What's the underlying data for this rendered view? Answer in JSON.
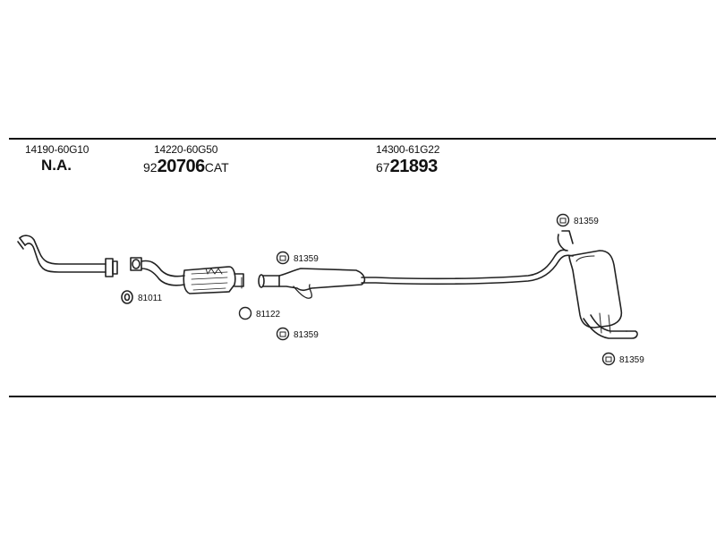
{
  "header": {
    "parts": [
      {
        "part_no": "14190-60G10",
        "status": "N.A."
      },
      {
        "part_no": "14220-60G50",
        "code_prefix": "92",
        "code_main": "20706",
        "code_suffix": "CAT"
      },
      {
        "part_no": "14300-61G22",
        "code_prefix": "67",
        "code_main": "21893",
        "code_suffix": ""
      }
    ]
  },
  "callouts": {
    "gasket_front": "81011",
    "ring_mid": "81122",
    "clamp_mid_lower": "81359",
    "clamp_mid_upper": "81359",
    "clamp_rear_upper": "81359",
    "clamp_rear_lower": "81359"
  }
}
